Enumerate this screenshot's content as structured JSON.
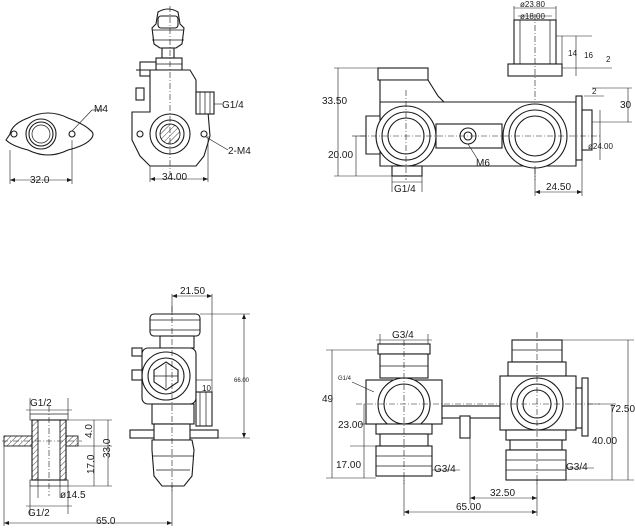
{
  "views": {
    "flange": {
      "thread": "M4",
      "width": "32.0"
    },
    "side_top": {
      "thread": "G1/4",
      "holes": "2-M4",
      "width": "34.00"
    },
    "front_top": {
      "d_outer": "ø23.80",
      "d_inner": "ø18.00",
      "h14": "14",
      "h16": "16",
      "h2a": "2",
      "h2b": "2",
      "height": "33.50",
      "h30": "30",
      "h20": "20.00",
      "thread": "G1/4",
      "screw": "M6",
      "d24": "ø24.00",
      "w24": "24.50"
    },
    "side_bottom": {
      "w21": "21.50",
      "h10": "10",
      "h66": "66.00"
    },
    "section": {
      "thread_top": "G1/2",
      "thread_bottom": "G1/2",
      "h4": "4.0",
      "h17": "17.0",
      "h33": "33.0",
      "d14": "ø14.5",
      "len65": "65.0"
    },
    "front_bottom": {
      "thread_top": "G3/4",
      "thread_side": "G1/4",
      "h49": "49",
      "h23": "23.00",
      "h17": "17.00",
      "thread_left": "G3/4",
      "thread_right": "G3/4",
      "h72": "72.50",
      "h40": "40.00",
      "w32": "32.50",
      "w65": "65.00"
    }
  },
  "colors": {
    "line": "#1a1a1a",
    "background": "#ffffff"
  }
}
